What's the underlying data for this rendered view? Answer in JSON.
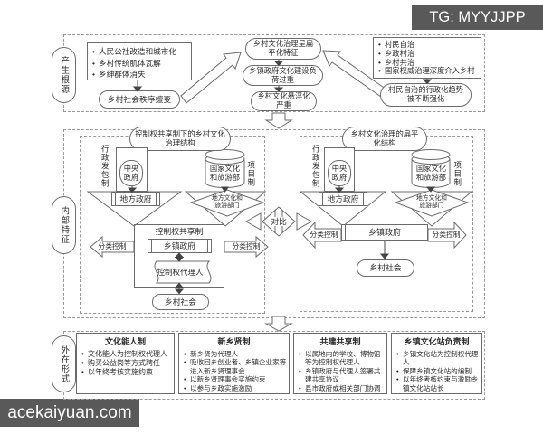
{
  "watermarks": {
    "top_right": "TG: MYYJJPP",
    "bottom_left": "acekaiyuan.com"
  },
  "colors": {
    "line": "#6b6b6b",
    "dashed_border": "#999999",
    "text": "#2b2b2b",
    "watermark_bg": "#595959",
    "watermark_text": "#ffffff",
    "background": "#ffffff"
  },
  "origins": {
    "label": "产生根源",
    "left_box": {
      "items": [
        "人民公社改造和城市化",
        "乡村传统肌体瓦解",
        "乡绅群体消失"
      ]
    },
    "left_result": "乡村社会秩序嬗变",
    "center_chain": [
      "乡村文化治理呈扁平化特征",
      "乡镇政府文化建设负荷过重",
      "乡村文化悬浮化严重"
    ],
    "right_box": {
      "items": [
        "村民自治",
        "乡政村治",
        "乡村共治",
        "国家权威治理深度介入乡村"
      ]
    },
    "right_result": "村民自治的行政化趋势被不断强化"
  },
  "internal": {
    "label": "内部特征",
    "compare": "对比",
    "left_panel": {
      "title": "控制权共享制下的乡村文化治理结构",
      "admin_label": "行政发包制",
      "central_gov": "中央政府",
      "local_gov": "地方政府",
      "ministry": "国家文化和旅游部",
      "project_label": "项目制",
      "local_dept": "地方文化和旅游部门",
      "share_title": "控制权共享制",
      "township_gov": "乡镇政府",
      "agent": "控制权代理人",
      "control_left": "分类控制",
      "control_right": "分类控制",
      "society": "乡村社会"
    },
    "right_panel": {
      "title": "乡村文化治理的扁平化结构",
      "admin_label": "行政发包制",
      "central_gov": "中央政府",
      "local_gov": "地方政府",
      "ministry": "国家文化和旅游部",
      "project_label": "项目制",
      "local_dept": "地方文化和旅游部门",
      "township_gov": "乡镇政府",
      "control_left": "分类控制",
      "control_right": "分类控制",
      "society": "乡村社会"
    }
  },
  "external": {
    "label": "外在形式",
    "cards": [
      {
        "title": "文化能人制",
        "items": [
          "文化能人为控制权代理人",
          "购买公益岗等方式聘任",
          "以年终考核实施约束"
        ]
      },
      {
        "title": "新乡贤制",
        "items": [
          "新乡贤为代理人",
          "吸收回乡创业者、乡镇企业家等进入新乡贤理事会",
          "以新乡贤理事会实施约束",
          "以参与乡政实施激励"
        ]
      },
      {
        "title": "共建共享制",
        "items": [
          "以属地内的学校、博物馆等为控制权代理人",
          "乡镇政府与代理人签署共建共享协议",
          "县市政府或相关部门协调"
        ]
      },
      {
        "title": "乡镇文化站负责制",
        "items": [
          "乡镇文化站为控制权代理人",
          "保障乡镇文化站的编制",
          "以年终考核约束与激励乡镇文化站站长"
        ]
      }
    ]
  }
}
